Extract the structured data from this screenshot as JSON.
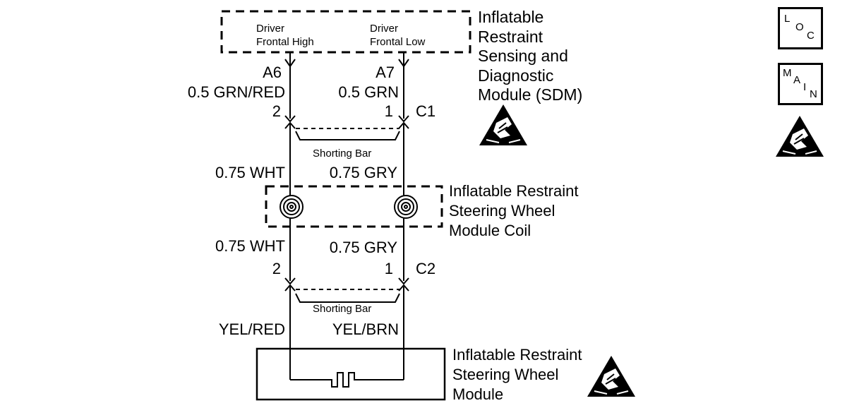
{
  "sdm": {
    "title_lines": [
      "Inflatable",
      "Restraint",
      "Sensing and",
      "Diagnostic",
      "Module (SDM)"
    ],
    "internal_left_lines": [
      "Driver",
      "Frontal High"
    ],
    "internal_right_lines": [
      "Driver",
      "Frontal Low"
    ]
  },
  "wires_upper": {
    "left_pin": "A6",
    "left_wire": "0.5 GRN/RED",
    "right_pin": "A7",
    "right_wire": "0.5 GRN"
  },
  "connector_c1": {
    "name": "C1",
    "left_cavity": "2",
    "right_cavity": "1",
    "shorting_bar": "Shorting Bar"
  },
  "coil_wires_upper": {
    "left": "0.75 WHT",
    "right": "0.75 GRY"
  },
  "coil": {
    "title_lines": [
      "Inflatable Restraint",
      "Steering Wheel",
      "Module Coil"
    ]
  },
  "coil_wires_lower": {
    "left": "0.75 WHT",
    "right": "0.75 GRY"
  },
  "connector_c2": {
    "name": "C2",
    "left_cavity": "2",
    "right_cavity": "1",
    "shorting_bar": "Shorting Bar"
  },
  "wires_lower": {
    "left": "YEL/RED",
    "right": "YEL/BRN"
  },
  "module": {
    "title_lines": [
      "Inflatable Restraint",
      "Steering Wheel",
      "Module"
    ]
  },
  "side_icons": {
    "loc": {
      "letters": [
        "L",
        "O",
        "C"
      ]
    },
    "main": {
      "letters": [
        "M",
        "A",
        "I",
        "N"
      ]
    },
    "esd_icon": "esd-warning-icon"
  }
}
